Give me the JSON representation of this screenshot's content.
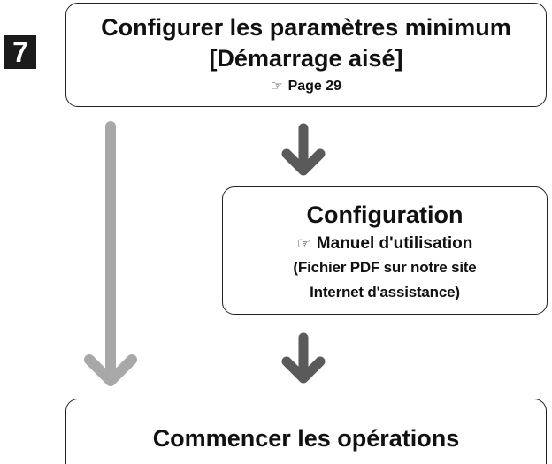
{
  "step": {
    "number": "7"
  },
  "boxes": {
    "setup_minimum": {
      "title_line1": "Configurer les paramètres minimum",
      "title_line2": "[Démarrage aisé]",
      "reference_icon": "pointing-hand-icon",
      "reference": "Page 29"
    },
    "configuration": {
      "title": "Configuration",
      "reference_icon": "pointing-hand-icon",
      "reference": "Manuel d'utilisation",
      "note_line1": "(Fichier PDF sur notre site",
      "note_line2": "Internet d'assistance)"
    },
    "start_operations": {
      "title": "Commencer les opérations"
    }
  },
  "colors": {
    "long_arrow": "#a8a8a8",
    "short_arrow": "#5a5a5a",
    "border": "#222222",
    "badge_bg": "#1a1a1a"
  }
}
